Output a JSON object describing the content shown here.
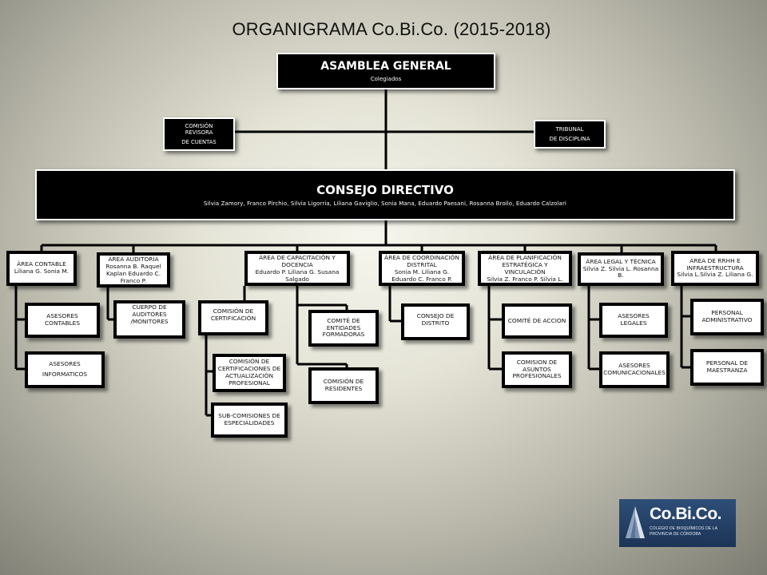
{
  "title": "ORGANIGRAMA  Co.Bi.Co. (2015-2018)",
  "asamblea": {
    "title": "ASAMBLEA GENERAL",
    "subtitle": "Colegiados"
  },
  "comision_revisora": {
    "line1": "COMISIÓN REVISORA",
    "line2": "DE CUENTAS"
  },
  "tribunal": {
    "line1": "TRIBUNAL",
    "line2": "DE DISCIPLINA"
  },
  "consejo": {
    "title": "CONSEJO DIRECTIVO",
    "members": "Silvia Zamory, Franco Pirchio, Silvia Ligorria, Liliana Gaviglio, Sonia Mana, Eduardo Paesani, Rosanna Broilo, Eduardo Calzolari"
  },
  "areas": {
    "contable": {
      "line1": "ÁREA CONTABLE",
      "line2": "Liliana G. Sonia M."
    },
    "auditoria": {
      "line1": "ÁREA AUDITORIA",
      "line2": "Rosanna B. Raquel Kaplan Eduardo C. Franco P."
    },
    "capacitacion": {
      "line1": "ÁREA DE CAPACITACIÓN Y DOCENCIA",
      "line2": "Eduardo P. Liliana G. Susana Salgado"
    },
    "coordinacion": {
      "line1": "ÁREA DE COORDINACIÓN DISTRITAL",
      "line2": "Sonia M. Liliana G. Eduardo C. Franco P."
    },
    "planificacion": {
      "line1": "ÁREA DE PLANIFICACIÓN ESTRATÉGICA Y VINCULACIÓN",
      "line2": "Silvia Z. Franco P. Silvia L."
    },
    "legal": {
      "line1": "ÁREA LEGAL Y TÉCNICA",
      "line2": "Silvia Z. Silvia L. Rosanna B."
    },
    "rrhh": {
      "line1": "AREA DE RRHH E INFRAESTRUCTURA",
      "line2": "Silvia L.Silvia Z. Liliana G."
    }
  },
  "sub": {
    "asesores_contables": "ASESORES  CONTABLES",
    "asesores_informaticos_1": "ASESORES",
    "asesores_informaticos_2": "INFORMATICOS",
    "cuerpo_auditores": "CUERPO DE AUDITORES /MONITORES",
    "comision_certificacion": "COMISIÓN DE CERTIFICACIÓN",
    "comite_entidades": "COMITÉ DE ENTIDADES FORMADORAS",
    "comision_actualizacion": "COMISIÓN DE CERTIFICACIONES DE ACTUALIZACIÓN PROFESIONAL",
    "comision_residentes": "COMISIÓN DE RESIDENTES",
    "subcomisiones": "SUB-COMISIONES DE ESPECIALIDADES",
    "consejo_distrito": "CONSEJO DE DISTRITO",
    "comite_accion": "COMITÉ DE ACCION",
    "comision_asuntos": "COMISION DE ASUNTOS PROFESIONALES",
    "asesores_legales": "ASESORES  LEGALES",
    "asesores_comunicacionales": "ASESORES COMUNICACIONALES",
    "personal_administrativo": "PERSONAL ADMINISTRATIVO",
    "personal_maestranza": "PERSONAL DE MAESTRANZA"
  },
  "logo": {
    "name": "Co.Bi.Co.",
    "subtitle": "COLEGIO DE BIOQUÍMICOS DE LA PROVINCIA DE CÓRDOBA"
  },
  "colors": {
    "box_border": "#000000",
    "dark_box": "#000000",
    "logo_bg": "#2e4e78"
  }
}
